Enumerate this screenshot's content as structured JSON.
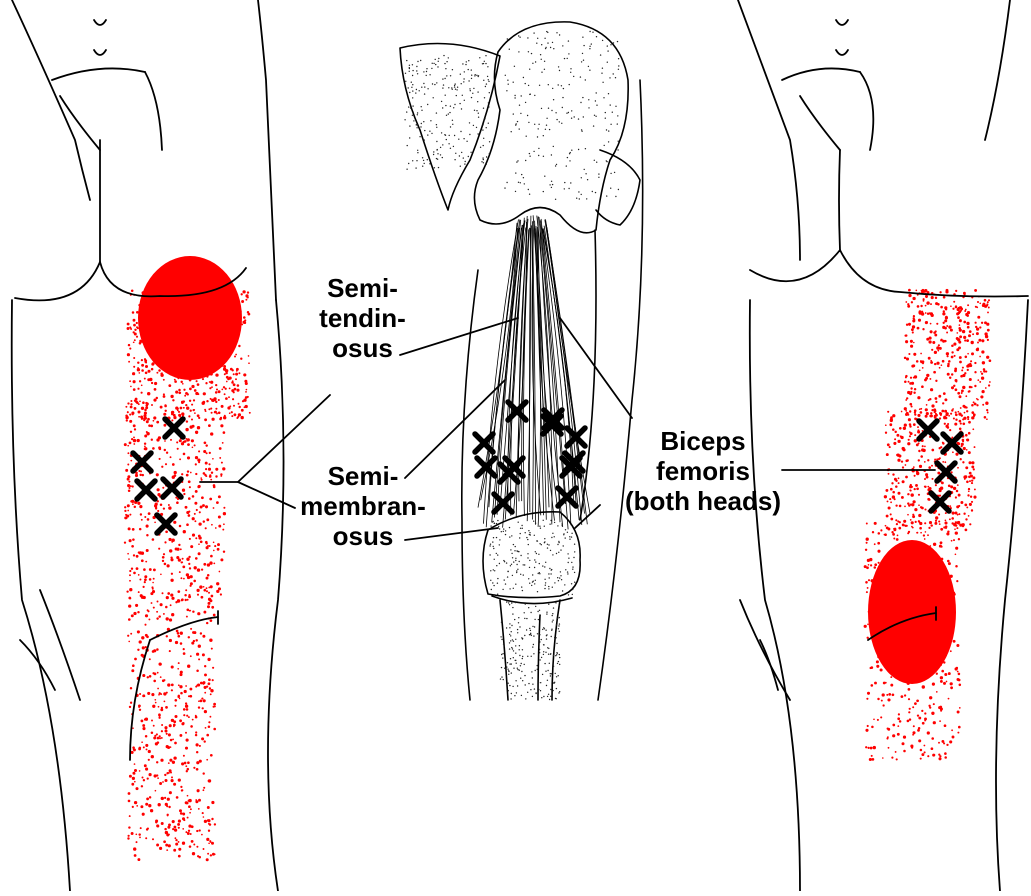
{
  "colors": {
    "pain": "#ff0000",
    "outline": "#000000",
    "background": "#ffffff",
    "bone_stipple": "#222222"
  },
  "labels": {
    "semitendinosus": [
      "Semi-",
      "tendin-",
      "osus"
    ],
    "semimembranosus": [
      "Semi-",
      "membran-",
      "osus"
    ],
    "biceps_femoris": [
      "Biceps",
      "femoris",
      "(both heads)"
    ]
  },
  "figures": [
    {
      "name": "left-leg-semitendinosus-semimembranosus-referral",
      "trigger_points": 5
    },
    {
      "name": "center-hamstring-anatomy",
      "trigger_points": 12
    },
    {
      "name": "right-leg-biceps-femoris-referral",
      "trigger_points": 4
    }
  ],
  "icons": [
    "trigger-point-x-icon"
  ]
}
